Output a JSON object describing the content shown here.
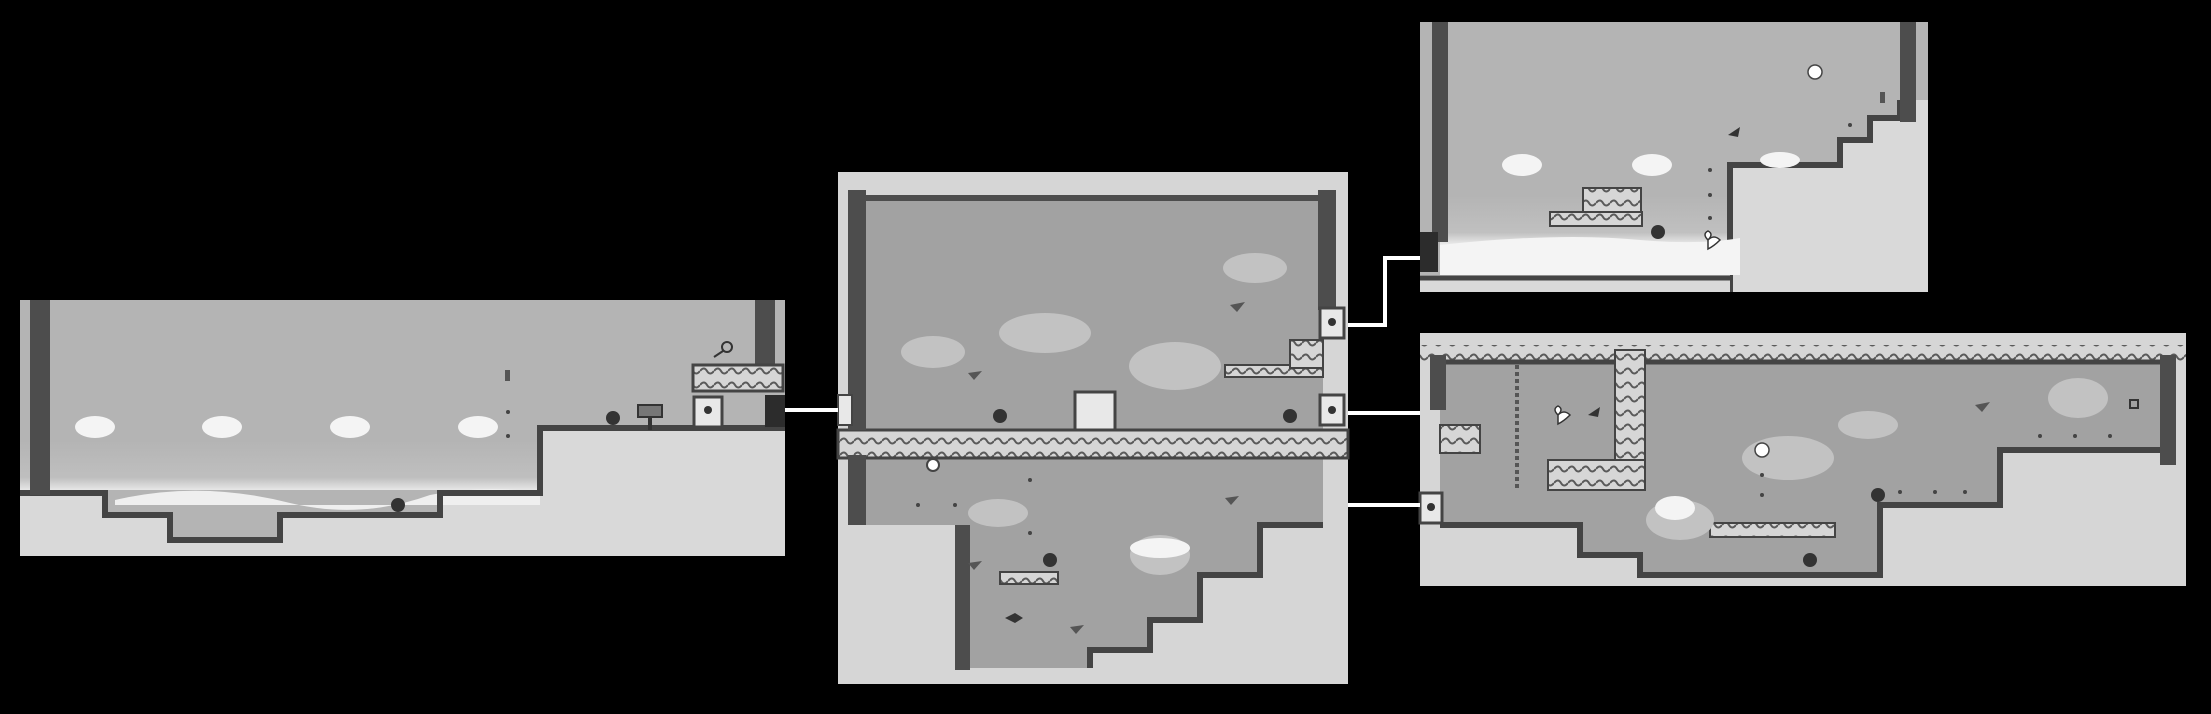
{
  "palette": {
    "background": "#000000",
    "sky": "#b4b4b4",
    "sky_cave": "#a2a2a2",
    "ground": "#d9d9d9",
    "rock": "#4a4a4a",
    "rock_light": "#cfcfcf",
    "cloud": "#f4f4f4",
    "connector": "#ffffff"
  },
  "rooms": [
    {
      "id": "room-start",
      "kind": "outdoor"
    },
    {
      "id": "room-hub",
      "kind": "cave"
    },
    {
      "id": "room-upper-right",
      "kind": "outdoor"
    },
    {
      "id": "room-lower-right",
      "kind": "cave"
    }
  ],
  "connections": [
    {
      "from": "room-start",
      "to": "room-hub",
      "side": "east"
    },
    {
      "from": "room-hub",
      "to": "room-upper-right",
      "side": "east"
    },
    {
      "from": "room-hub",
      "to": "room-lower-right",
      "side": "east"
    },
    {
      "from": "room-hub",
      "to": "room-lower-right",
      "side": "east"
    }
  ],
  "icons": {
    "key": "key-icon",
    "crystal": "crystal-icon",
    "heart": "heart-icon",
    "sign": "signpost-icon",
    "enemy": "blob-enemy-icon",
    "door": "door-icon",
    "sparkle": "sparkle-icon",
    "bird": "bird-icon",
    "rope": "rope-icon"
  }
}
